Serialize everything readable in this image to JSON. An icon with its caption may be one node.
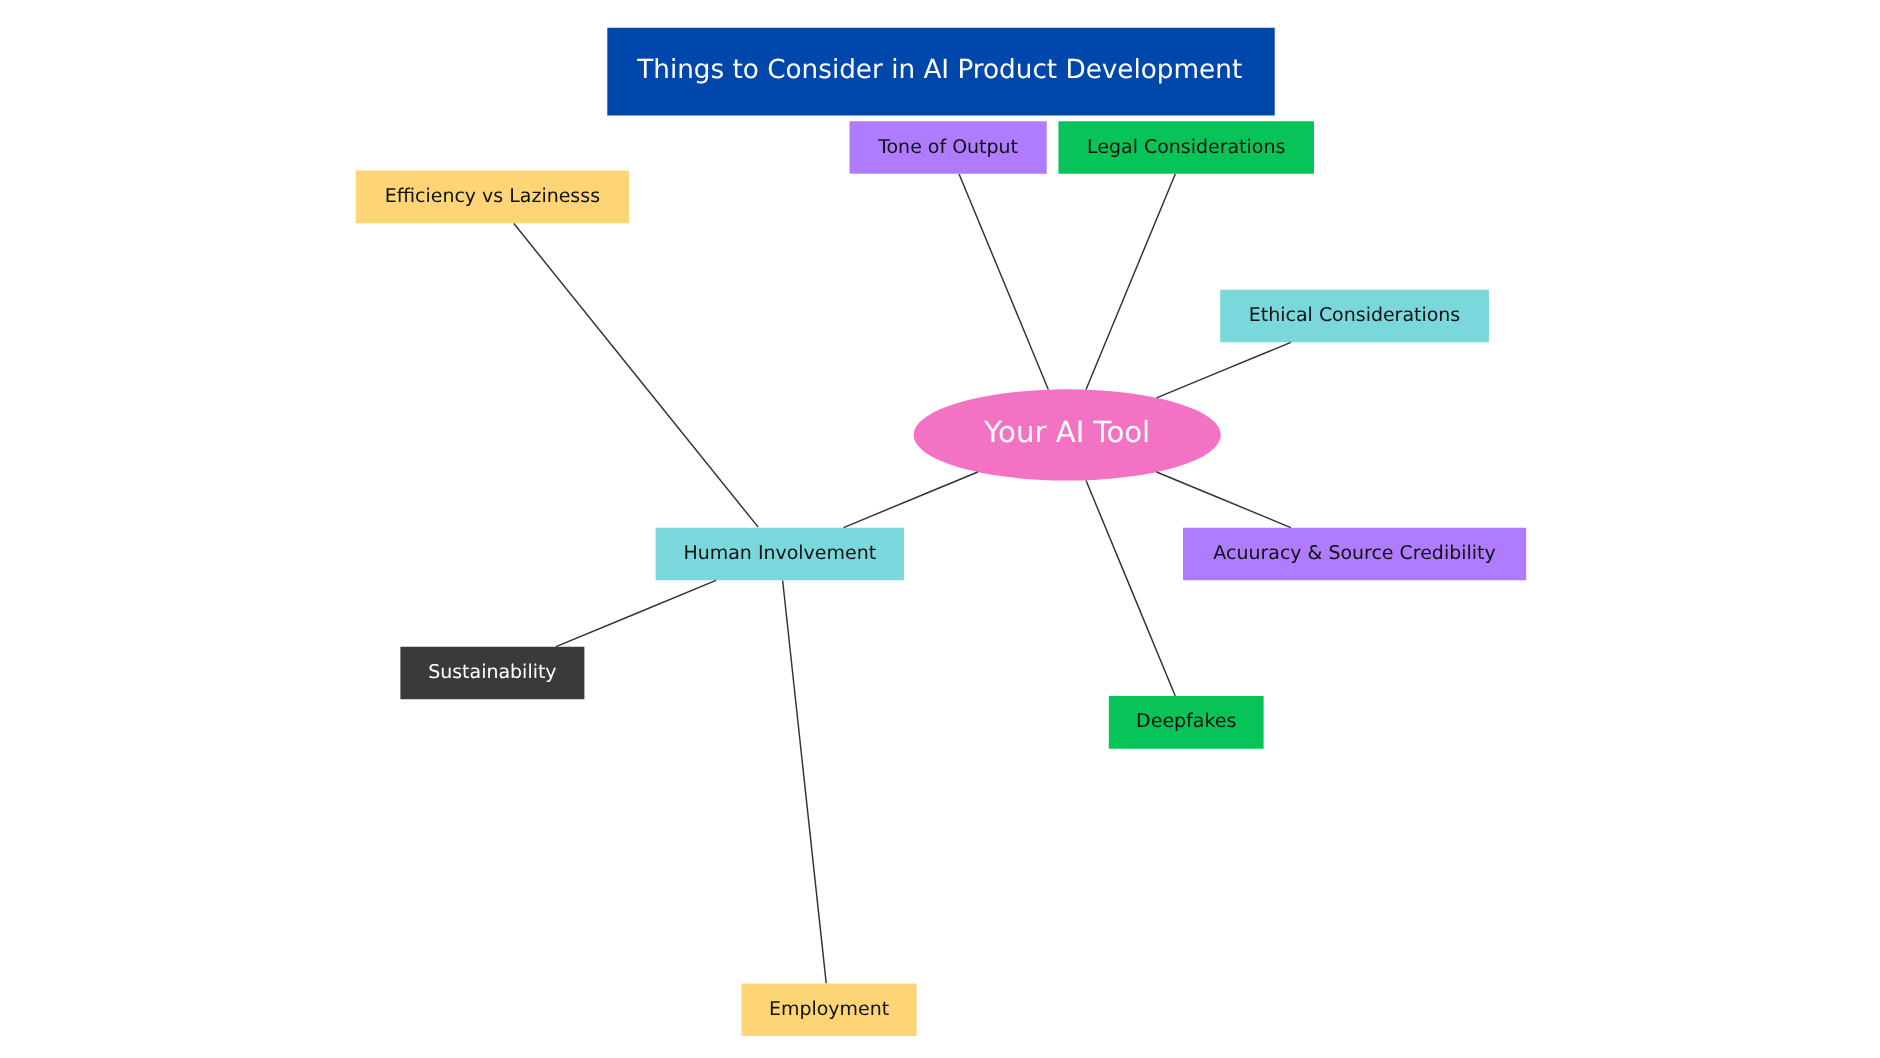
{
  "diagram": {
    "title": "Things to Consider in AI Product Development",
    "nodes": [
      {
        "text": [
          "Your AI Tool"
        ]
      },
      {
        "text": [
          "Ethical Considerations"
        ]
      },
      {
        "text": [
          "Legal Considerations"
        ]
      },
      {
        "text": [
          "Tone of Output"
        ]
      },
      {
        "text": [
          "Human Involvement"
        ]
      },
      {
        "text": [
          "Deepfakes"
        ]
      },
      {
        "text": [
          "Acuuracy & Source Credibility"
        ]
      },
      {
        "text": [
          "Efficiency vs Lazinesss"
        ]
      },
      {
        "text": [
          "Sustainability"
        ]
      },
      {
        "text": [
          "Employment"
        ]
      }
    ],
    "edges": [
      {
        "from": 0,
        "to": 1,
        "arrow": "none"
      },
      {
        "from": 0,
        "to": 2,
        "arrow": "none"
      },
      {
        "from": 0,
        "to": 3,
        "arrow": "none"
      },
      {
        "from": 0,
        "to": 4,
        "arrow": "none"
      },
      {
        "from": 0,
        "to": 5,
        "arrow": "none"
      },
      {
        "from": 0,
        "to": 6,
        "arrow": "none"
      },
      {
        "from": 4,
        "to": 7,
        "arrow": "none"
      },
      {
        "from": 4,
        "to": 8,
        "arrow": "none"
      },
      {
        "from": 4,
        "to": 9,
        "arrow": "none"
      }
    ]
  }
}
